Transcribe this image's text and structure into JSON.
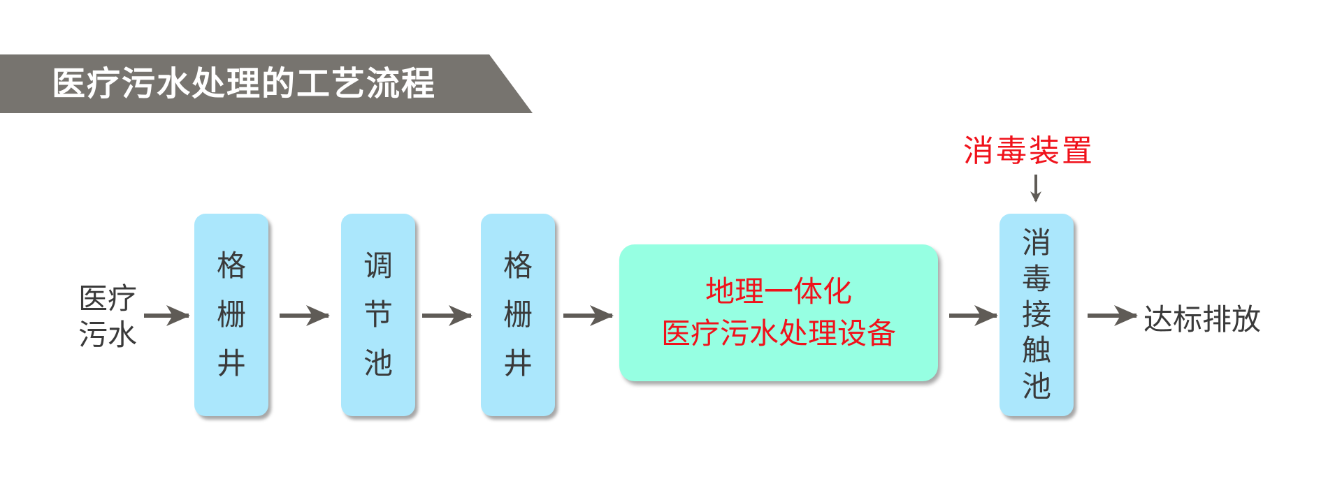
{
  "title": "医疗污水处理的工艺流程",
  "source": {
    "line1": "医疗",
    "line2": "污水"
  },
  "steps": [
    {
      "chars": [
        "格",
        "栅",
        "井"
      ]
    },
    {
      "chars": [
        "调",
        "节",
        "池"
      ]
    },
    {
      "chars": [
        "格",
        "栅",
        "井"
      ]
    }
  ],
  "main_equipment": {
    "line1": "地理一体化",
    "line2": "医疗污水处理设备"
  },
  "disinfection_device": "消毒装置",
  "contact_tank": {
    "chars": [
      "消",
      "毒",
      "接",
      "触",
      "池"
    ]
  },
  "output": "达标排放",
  "colors": {
    "banner": "#77746f",
    "step_box": "#abe7fc",
    "main_box": "#96ffe2",
    "highlight_text": "#f0121b",
    "arrow": "#5f5b56"
  }
}
